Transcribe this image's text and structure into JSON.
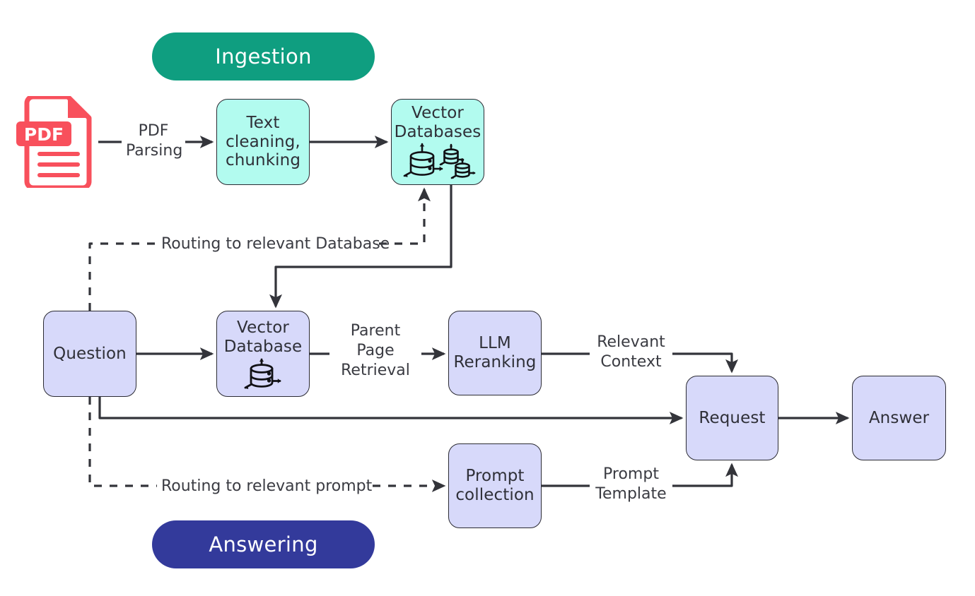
{
  "diagram": {
    "title": "RAG pipeline: Ingestion and Answering",
    "background": "#ffffff",
    "colors": {
      "ingestion_pill": "#0f9e80",
      "answering_pill": "#333a9b",
      "teal_node_fill": "#b2fbef",
      "lavender_node_fill": "#d7d9fa",
      "node_stroke": "#2b2b33",
      "edge_stroke": "#33343a",
      "text": "#2f3038",
      "pdf_red": "#f8505c"
    }
  },
  "phases": [
    {
      "id": "ingestion",
      "label": "Ingestion",
      "color": "#0f9e80"
    },
    {
      "id": "answering",
      "label": "Answering",
      "color": "#333a9b"
    }
  ],
  "nodes": {
    "pdf": {
      "label": "PDF",
      "kind": "pdf-document-icon"
    },
    "text_cleaning": {
      "lines": [
        "Text",
        "cleaning,",
        "chunking"
      ]
    },
    "vector_databases": {
      "lines": [
        "Vector",
        "Databases"
      ],
      "icon": "multi-database-icon"
    },
    "question": {
      "lines": [
        "Question"
      ]
    },
    "vector_database": {
      "lines": [
        "Vector",
        "Database"
      ],
      "icon": "database-icon"
    },
    "llm_reranking": {
      "lines": [
        "LLM",
        "Reranking"
      ]
    },
    "request": {
      "lines": [
        "Request"
      ]
    },
    "answer": {
      "lines": [
        "Answer"
      ]
    },
    "prompt_collection": {
      "lines": [
        "Prompt",
        "collection"
      ]
    }
  },
  "edges": {
    "pdf_parsing": {
      "label": "PDF\nParsing",
      "style": "solid"
    },
    "clean_to_vdbs": {
      "label": "",
      "style": "solid"
    },
    "routing_database": {
      "label": "Routing to relevant Database",
      "style": "dashed"
    },
    "vdbs_to_vdb": {
      "label": "",
      "style": "solid"
    },
    "question_to_vdb": {
      "label": "",
      "style": "solid"
    },
    "parent_page_retrieval": {
      "label": "Parent\nPage\nRetrieval",
      "style": "solid"
    },
    "relevant_context": {
      "label": "Relevant\nContext",
      "style": "solid"
    },
    "question_to_request": {
      "label": "",
      "style": "solid"
    },
    "routing_prompt": {
      "label": "Routing to relevant prompt",
      "style": "dashed"
    },
    "prompt_template": {
      "label": "Prompt\nTemplate",
      "style": "solid"
    },
    "request_to_answer": {
      "label": "",
      "style": "solid"
    }
  }
}
